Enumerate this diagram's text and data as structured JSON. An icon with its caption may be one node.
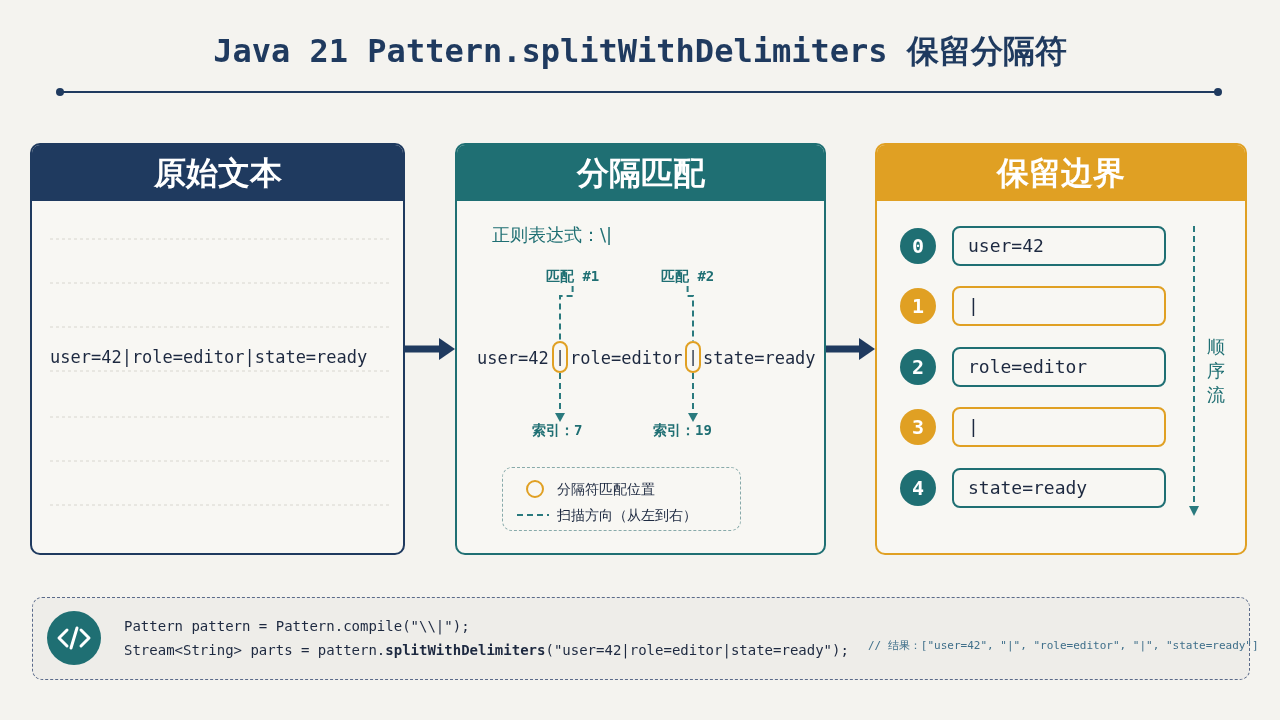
{
  "diagram": {
    "title": "Java 21 Pattern.splitWithDelimiters 保留分隔符",
    "nodes": [
      {
        "text": [
          "原始文本",
          "user=42|role=editor|state=ready"
        ]
      },
      {
        "text": [
          "分隔匹配",
          "正则表达式：\\|"
        ]
      },
      {
        "text": [
          "匹配 #1"
        ],
        "in": 1
      },
      {
        "text": [
          "匹配 #2"
        ],
        "in": 1
      },
      {
        "text": [
          "user=42"
        ],
        "in": 1
      },
      {
        "text": [
          "|"
        ],
        "in": 1
      },
      {
        "text": [
          "role=editor"
        ],
        "in": 1
      },
      {
        "text": [
          "|"
        ],
        "in": 1
      },
      {
        "text": [
          "state=ready"
        ],
        "in": 1
      },
      {
        "text": [
          "索引：7"
        ],
        "in": 1
      },
      {
        "text": [
          "索引：19"
        ],
        "in": 1
      },
      {
        "text": [
          "保留边界"
        ]
      },
      {
        "text": [
          "0"
        ],
        "in": 11
      },
      {
        "text": [
          "user=42"
        ],
        "in": 11
      },
      {
        "text": [
          "1"
        ],
        "in": 11
      },
      {
        "text": [
          "|"
        ],
        "in": 11
      },
      {
        "text": [
          "2"
        ],
        "in": 11
      },
      {
        "text": [
          "role=editor"
        ],
        "in": 11
      },
      {
        "text": [
          "3"
        ],
        "in": 11
      },
      {
        "text": [
          "|"
        ],
        "in": 11
      },
      {
        "text": [
          "4"
        ],
        "in": 11
      },
      {
        "text": [
          "state=ready"
        ],
        "in": 11
      },
      {
        "text": [
          "Pattern pattern = Pattern.compile(\"\\\\|\");",
          "Stream<String> parts = pattern.**splitWithDelimiters**(\"user=42|role=editor|state=ready\");",
          "// 结果：[\"user=42\", \"|\", \"role=editor\", \"|\", \"state=ready\"]"
        ]
      }
    ],
    "edges": [
      {
        "from": 0,
        "to": 1,
        "arrow": "to",
        "style": "thick",
        "color": "#1f3a5f"
      },
      {
        "from": 1,
        "to": 11,
        "arrow": "to",
        "style": "thick",
        "color": "#1f3a5f"
      },
      {
        "from": 2,
        "to": 5,
        "arrow": "none",
        "style": "dashed"
      },
      {
        "from": 5,
        "to": 9,
        "arrow": "to",
        "style": "dashed"
      },
      {
        "from": 3,
        "to": 7,
        "arrow": "none",
        "style": "dashed"
      },
      {
        "from": 7,
        "to": 10,
        "arrow": "to",
        "style": "dashed"
      }
    ],
    "labels": [
      "顺序流"
    ],
    "legend": [
      {
        "text": "分隔符匹配位置"
      },
      {
        "text": "扫描方向（从左到右）"
      }
    ]
  }
}
